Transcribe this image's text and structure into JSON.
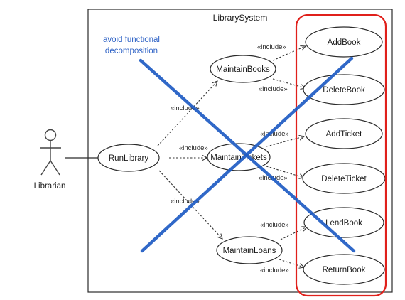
{
  "system": {
    "title": "LibrarySystem"
  },
  "actor": {
    "label": "Librarian"
  },
  "use_cases": {
    "run_library": "RunLibrary",
    "maintain_books": "MaintainBooks",
    "maintain_tickets": "MaintainTickets",
    "maintain_loans": "MaintainLoans",
    "add_book": "AddBook",
    "delete_book": "DeleteBook",
    "add_ticket": "AddTicket",
    "delete_ticket": "DeleteTicket",
    "lend_book": "LendBook",
    "return_book": "ReturnBook"
  },
  "include_label": "«include»",
  "annotation": {
    "line1": "avoid functional",
    "line2": "decomposition"
  },
  "colors": {
    "annotation_blue": "#2f63c6",
    "cross_blue": "#1f5cc4",
    "highlight_red": "#e0201b"
  }
}
